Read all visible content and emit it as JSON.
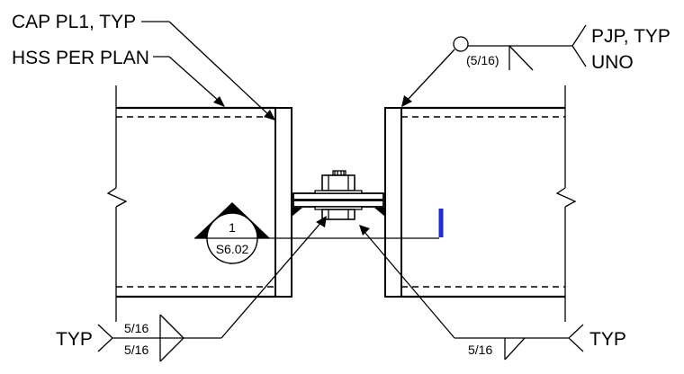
{
  "notes": {
    "cap_plate": "CAP PL1, TYP",
    "hss": "HSS PER PLAN",
    "pjp_line1": "PJP, TYP",
    "pjp_line2": "UNO",
    "typ_left": "TYP",
    "typ_right": "TYP"
  },
  "welds": {
    "pjp_size": "(5/16)",
    "left_top": "5/16",
    "left_bottom": "5/16",
    "right": "5/16"
  },
  "section_callout": {
    "number": "1",
    "sheet": "S6.02"
  },
  "colors": {
    "line": "#000000",
    "section_cut": "#1f2bd6"
  }
}
